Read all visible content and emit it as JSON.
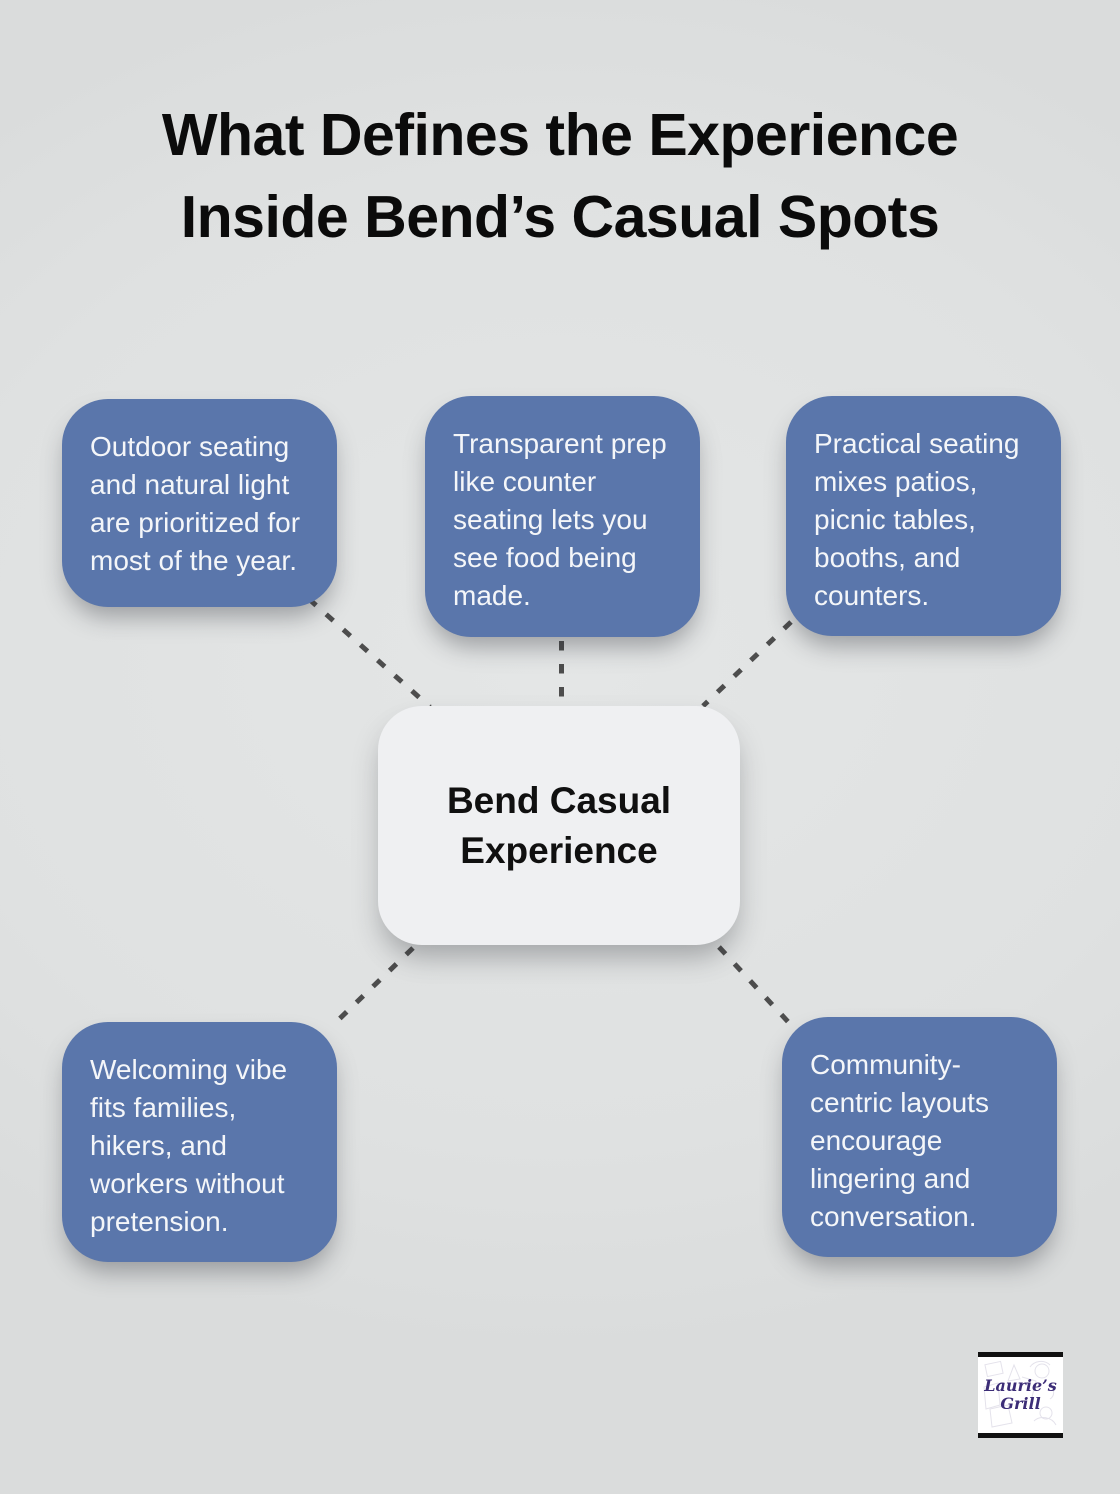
{
  "title": {
    "line1": "What Defines the Experience",
    "line2": "Inside Bend’s Casual Spots"
  },
  "center_node": {
    "line1": "Bend Casual",
    "line2": "Experience"
  },
  "nodes": [
    {
      "position": "top-left",
      "text": "Outdoor seating and natural light are prioritized for most of the year."
    },
    {
      "position": "top-middle",
      "text": "Transparent prep like counter seating lets you see food being made."
    },
    {
      "position": "top-right",
      "text": "Practical seating mixes patios, picnic tables, booths, and counters."
    },
    {
      "position": "bottom-left",
      "text": "Welcoming vibe fits families, hikers, and workers without pretension."
    },
    {
      "position": "bottom-right",
      "text": "Community-centric layouts encourage lingering and conversation."
    }
  ],
  "logo": {
    "line1": "Laurie’s",
    "line2": "Grill"
  },
  "colors": {
    "bg": "#dfe1e1",
    "node-fill": "#5a76ab",
    "node-text": "#f4f6f9",
    "center-fill": "#eff0f2",
    "center-text": "#101010",
    "title-ink": "#0b0b0b",
    "connector": "#4d4d4d",
    "logo-ink": "#3c2d77",
    "logo-bar": "#111111"
  }
}
